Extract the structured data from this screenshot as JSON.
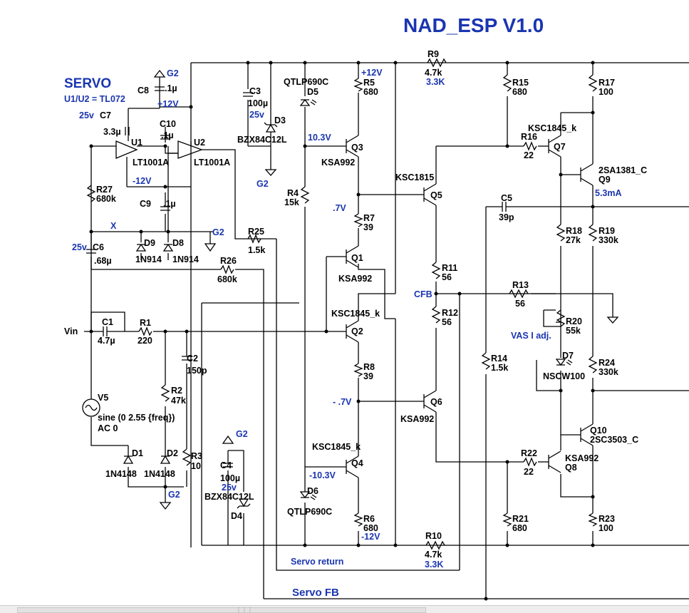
{
  "title": "NAD_ESP V1.0",
  "servo_title": "SERVO",
  "servo_note": "U1/U2 = TL072",
  "rails": {
    "pos": "+12V",
    "neg": "-12V"
  },
  "nets": {
    "g2": "G2",
    "x": "X",
    "vin": "Vin",
    "cfb": "CFB",
    "vas_adj": "VAS I adj.",
    "i_vas": "5.3mA",
    "v_q3b": "10.3V",
    "v_q1b": ".7V",
    "v_q6b": "- .7V",
    "v_q4b": "-10.3V",
    "servo_return": "Servo return",
    "servo_fb": "Servo FB"
  },
  "components": {
    "R1": {
      "ref": "R1",
      "value": "220"
    },
    "R2": {
      "ref": "R2",
      "value": "47k"
    },
    "R3": {
      "ref": "R3",
      "value": "10"
    },
    "R4": {
      "ref": "R4",
      "value": "15k"
    },
    "R5": {
      "ref": "R5",
      "value": "680"
    },
    "R6": {
      "ref": "R6",
      "value": "680"
    },
    "R7": {
      "ref": "R7",
      "value": "39"
    },
    "R8": {
      "ref": "R8",
      "value": "39"
    },
    "R9": {
      "ref": "R9",
      "value": "4.7k",
      "alt": "3.3K"
    },
    "R10": {
      "ref": "R10",
      "value": "4.7k",
      "alt": "3.3K"
    },
    "R11": {
      "ref": "R11",
      "value": "56"
    },
    "R12": {
      "ref": "R12",
      "value": "56"
    },
    "R13": {
      "ref": "R13",
      "value": "56"
    },
    "R14": {
      "ref": "R14",
      "value": "1.5k"
    },
    "R15": {
      "ref": "R15",
      "value": "680"
    },
    "R16": {
      "ref": "R16",
      "value": "22"
    },
    "R17": {
      "ref": "R17",
      "value": "100"
    },
    "R18": {
      "ref": "R18",
      "value": "27k"
    },
    "R19": {
      "ref": "R19",
      "value": "330k"
    },
    "R20": {
      "ref": "R20",
      "value": "55k"
    },
    "R21": {
      "ref": "R21",
      "value": "680"
    },
    "R22": {
      "ref": "R22",
      "value": "22"
    },
    "R23": {
      "ref": "R23",
      "value": "100"
    },
    "R24": {
      "ref": "R24",
      "value": "330k"
    },
    "R25": {
      "ref": "R25",
      "value": "1.5k"
    },
    "R26": {
      "ref": "R26",
      "value": "680k"
    },
    "R27": {
      "ref": "R27",
      "value": "680k"
    },
    "C1": {
      "ref": "C1",
      "value": "4.7µ"
    },
    "C2": {
      "ref": "C2",
      "value": "150p"
    },
    "C3": {
      "ref": "C3",
      "value": "100µ",
      "rating": "25v"
    },
    "C4": {
      "ref": "C4",
      "value": "100µ",
      "rating": "25v"
    },
    "C5": {
      "ref": "C5",
      "value": "39p"
    },
    "C6": {
      "ref": "C6",
      "value": ".68µ",
      "rating": "25v"
    },
    "C7": {
      "ref": "C7",
      "value": "3.3µ",
      "rating": "25v"
    },
    "C8": {
      "ref": "C8",
      "value": ".1µ"
    },
    "C9": {
      "ref": "C9",
      "value": ".1µ"
    },
    "C10": {
      "ref": "C10",
      "value": ".1µ"
    },
    "D1": {
      "ref": "D1",
      "value": "1N4148"
    },
    "D2": {
      "ref": "D2",
      "value": "1N4148"
    },
    "D3": {
      "ref": "D3",
      "value": "BZX84C12L"
    },
    "D4": {
      "ref": "D4",
      "value": "BZX84C12L"
    },
    "D5": {
      "ref": "D5",
      "value": "QTLP690C"
    },
    "D6": {
      "ref": "D6",
      "value": "QTLP690C"
    },
    "D7": {
      "ref": "D7",
      "value": "NSCW100"
    },
    "D8": {
      "ref": "D8",
      "value": "1N914"
    },
    "D9": {
      "ref": "D9",
      "value": "1N914"
    },
    "Q1": {
      "ref": "Q1",
      "value": "KSA992"
    },
    "Q2": {
      "ref": "Q2",
      "value": "KSC1845_k"
    },
    "Q3": {
      "ref": "Q3",
      "value": "KSA992"
    },
    "Q4": {
      "ref": "Q4",
      "value": "KSC1845_k"
    },
    "Q5": {
      "ref": "Q5",
      "value": "KSC1815"
    },
    "Q6": {
      "ref": "Q6",
      "value": "KSA992"
    },
    "Q7": {
      "ref": "Q7",
      "value": "KSC1845_k"
    },
    "Q8": {
      "ref": "Q8",
      "value": "KSA992"
    },
    "Q9": {
      "ref": "Q9",
      "value": "2SA1381_C"
    },
    "Q10": {
      "ref": "Q10",
      "value": "2SC3503_C"
    },
    "U1": {
      "ref": "U1",
      "value": "LT1001A"
    },
    "U2": {
      "ref": "U2",
      "value": "LT1001A"
    },
    "V5": {
      "ref": "V5",
      "value": "sine (0 2.55 {freq})",
      "ac": "AC 0"
    }
  }
}
